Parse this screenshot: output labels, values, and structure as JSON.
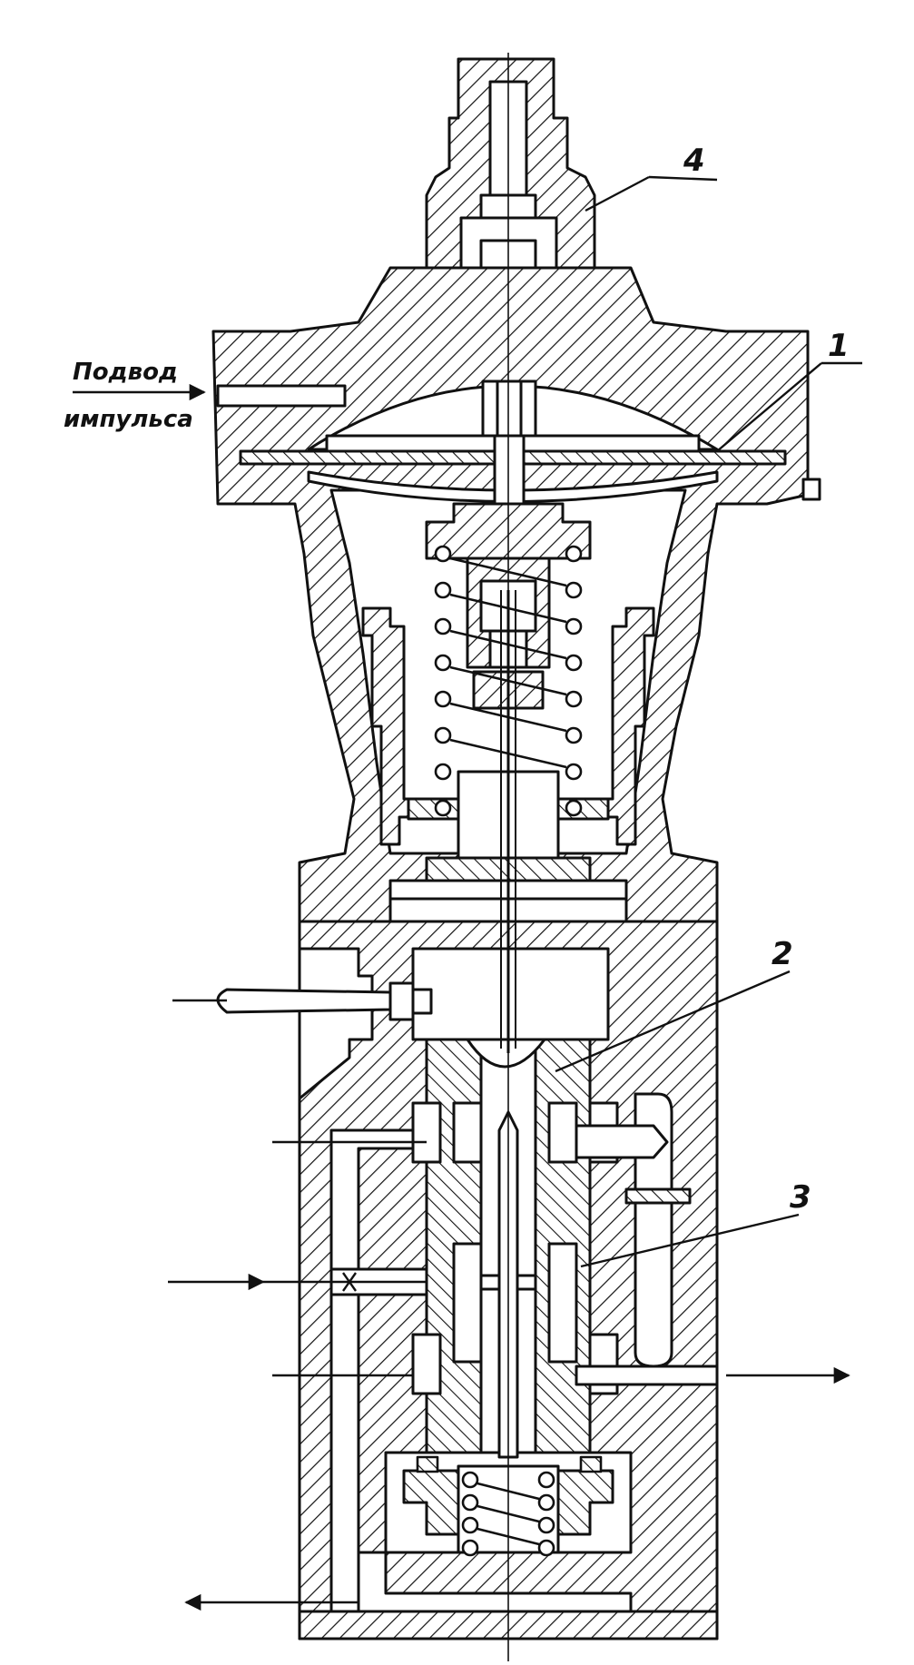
{
  "labels": {
    "impulse_line1": "Подвод",
    "impulse_line2": "импульса",
    "callout_1": "1",
    "callout_2": "2",
    "callout_3": "3",
    "callout_4": "4"
  },
  "colors": {
    "ink": "#111111",
    "paper": "#ffffff"
  }
}
